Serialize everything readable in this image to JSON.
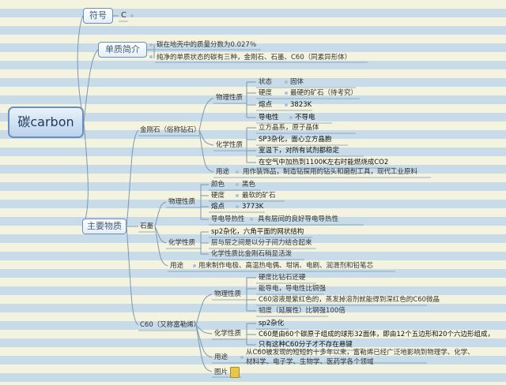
{
  "root": "碳carbon",
  "symbol": {
    "label": "符号",
    "value": "C"
  },
  "intro": {
    "label": "单质简介",
    "items": [
      "碳在地壳中的质量分数为0.027％",
      "纯净的单质状态的碳有三种，金刚石、石墨、C60（同素异形体）"
    ]
  },
  "main": {
    "label": "主要物质",
    "diamond": {
      "label": "金刚石（俗称钻石）",
      "physical": {
        "label": "物理性质",
        "rows": [
          {
            "k": "状态",
            "v": "固体"
          },
          {
            "k": "硬度",
            "v": "最硬的矿石（待考究）"
          },
          {
            "k": "熔点",
            "v": "3823K"
          },
          {
            "k": "导电性",
            "v": "不导电"
          }
        ]
      },
      "chemical": {
        "label": "化学性质",
        "items": [
          "立方晶系，原子晶体",
          "SP3杂化，面心立方晶胞",
          "室温下，对所有试剂都稳定",
          "在空气中加热到1100K左右时能燃烧成CO2"
        ]
      },
      "use": {
        "label": "用途",
        "value": "用作装饰品，制造钻探用的钻头和磨削工具，现代工业原料"
      }
    },
    "graphite": {
      "label": "石墨",
      "physical": {
        "label": "物理性质",
        "rows": [
          {
            "k": "颜色",
            "v": "黑色"
          },
          {
            "k": "硬度",
            "v": "最软的矿石"
          },
          {
            "k": "熔点",
            "v": "3773K"
          },
          {
            "k": "导电导热性",
            "v": "具有层间的良好导电导热性"
          }
        ]
      },
      "chemical": {
        "label": "化学性质",
        "items": [
          "sp2杂化，六角平面的网状结构",
          "层与层之间是以分子间力结合起来",
          "化学性质比金刚石稍显活泼"
        ]
      },
      "use": {
        "label": "用途",
        "value": "用来制作电极、高温热电偶、坩埚、电刷、润滑剂和铅笔芯"
      }
    },
    "c60": {
      "label": "C60（又称富勒烯）",
      "physical": {
        "label": "物理性质",
        "items": [
          "硬度比钻石还硬",
          "能导电，导电性比铜强",
          "C60溶液是紫红色的，蒸发掉溶剂就能得到深红色的C60微晶",
          "韧度（延展性）比钢强100倍"
        ]
      },
      "chemical": {
        "label": "化学性质",
        "items": [
          "sp2杂化",
          "C60是由60个碳原子组成的球形32面体，即由12个五边形和20个六边形组成，",
          "只有这种C60分子才不存在悬键"
        ]
      },
      "use": {
        "label": "用途",
        "value_lines": [
          "从C60被发现的短短的十多年以来，富勒烯已经广泛地影响到物理学、化学、",
          "材料学、电子学、生物学、医药学各个领域"
        ]
      },
      "picture": {
        "label": "图片"
      }
    }
  }
}
